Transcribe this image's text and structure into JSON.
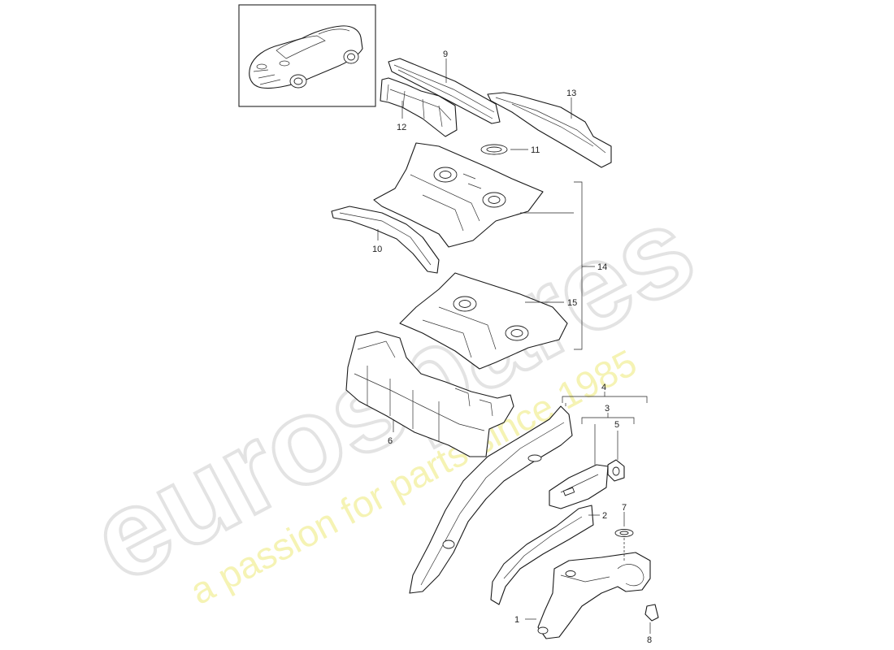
{
  "diagram": {
    "callouts": [
      {
        "id": "c1",
        "label": "1"
      },
      {
        "id": "c2",
        "label": "2"
      },
      {
        "id": "c3",
        "label": "3"
      },
      {
        "id": "c4",
        "label": "4"
      },
      {
        "id": "c5",
        "label": "5"
      },
      {
        "id": "c6",
        "label": "6"
      },
      {
        "id": "c7",
        "label": "7"
      },
      {
        "id": "c8",
        "label": "8"
      },
      {
        "id": "c9",
        "label": "9"
      },
      {
        "id": "c10",
        "label": "10"
      },
      {
        "id": "c11",
        "label": "11"
      },
      {
        "id": "c12",
        "label": "12"
      },
      {
        "id": "c13",
        "label": "13"
      },
      {
        "id": "c14",
        "label": "14"
      },
      {
        "id": "c15",
        "label": "15"
      }
    ]
  },
  "watermark": {
    "brand": "eurospares",
    "tagline": "a passion for parts since 1985"
  }
}
